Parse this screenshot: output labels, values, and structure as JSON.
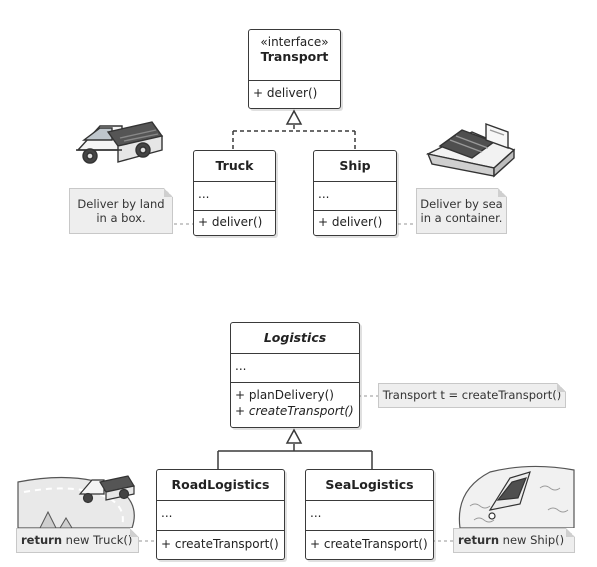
{
  "top": {
    "interface": {
      "stereotype": "«interface»",
      "name": "Transport",
      "method": "+ deliver()"
    },
    "truck": {
      "name": "Truck",
      "fields": "...",
      "method": "+ deliver()"
    },
    "ship": {
      "name": "Ship",
      "fields": "...",
      "method": "+ deliver()"
    },
    "note_land": {
      "line1": "Deliver by land",
      "line2": "in a box."
    },
    "note_sea": {
      "line1": "Deliver by sea",
      "line2": "in a container."
    }
  },
  "bottom": {
    "logistics": {
      "name": "Logistics",
      "fields": "...",
      "method1": "+ planDelivery()",
      "method2": "+ createTransport()"
    },
    "road": {
      "name": "RoadLogistics",
      "fields": "...",
      "method": "+ createTransport()"
    },
    "sea": {
      "name": "SeaLogistics",
      "fields": "...",
      "method": "+ createTransport()"
    },
    "note_plan": {
      "text": "Transport t = createTransport()"
    },
    "note_road": {
      "keyword": "return",
      "rest": " new Truck()"
    },
    "note_sea": {
      "keyword": "return",
      "rest": " new Ship()"
    }
  }
}
